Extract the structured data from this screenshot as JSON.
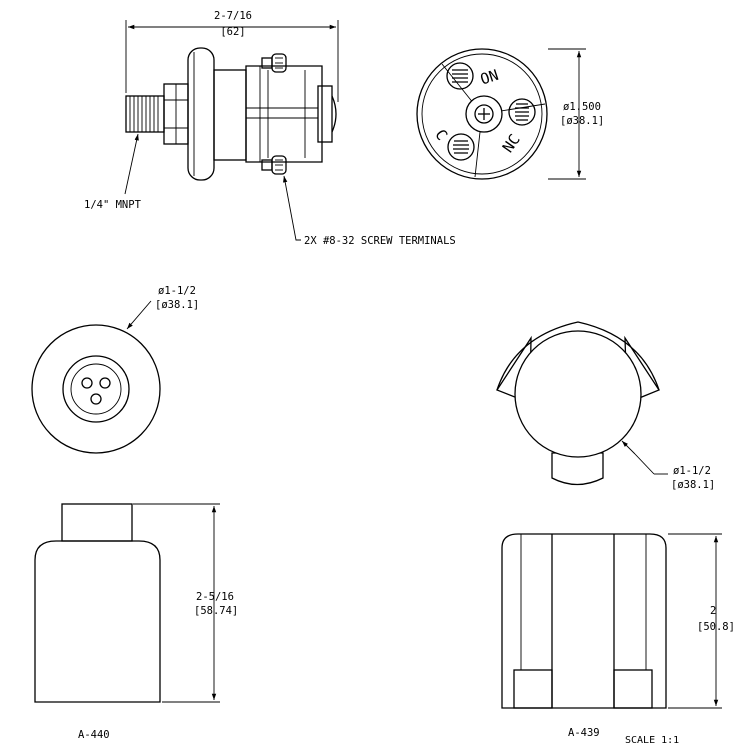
{
  "switch": {
    "overall_length_in": "2-7/16",
    "overall_length_mm": "[62]",
    "thread_label": "1/4\" MNPT",
    "terminals_label": "2X #8-32 SCREW TERMINALS",
    "diameter_in": "ø1.500",
    "diameter_mm": "[ø38.1]",
    "terminal_on": "ON",
    "terminal_c": "C",
    "terminal_nc": "NC"
  },
  "boot_a440": {
    "diameter_in": "ø1-1/2",
    "diameter_mm": "[ø38.1]",
    "height_in": "2-5/16",
    "height_mm": "[58.74]",
    "part_number": "A-440"
  },
  "boot_a439": {
    "diameter_in": "ø1-1/2",
    "diameter_mm": "[ø38.1]",
    "height_in": "2",
    "height_mm": "[50.8]",
    "part_number": "A-439"
  },
  "scale_label": "SCALE 1:1"
}
